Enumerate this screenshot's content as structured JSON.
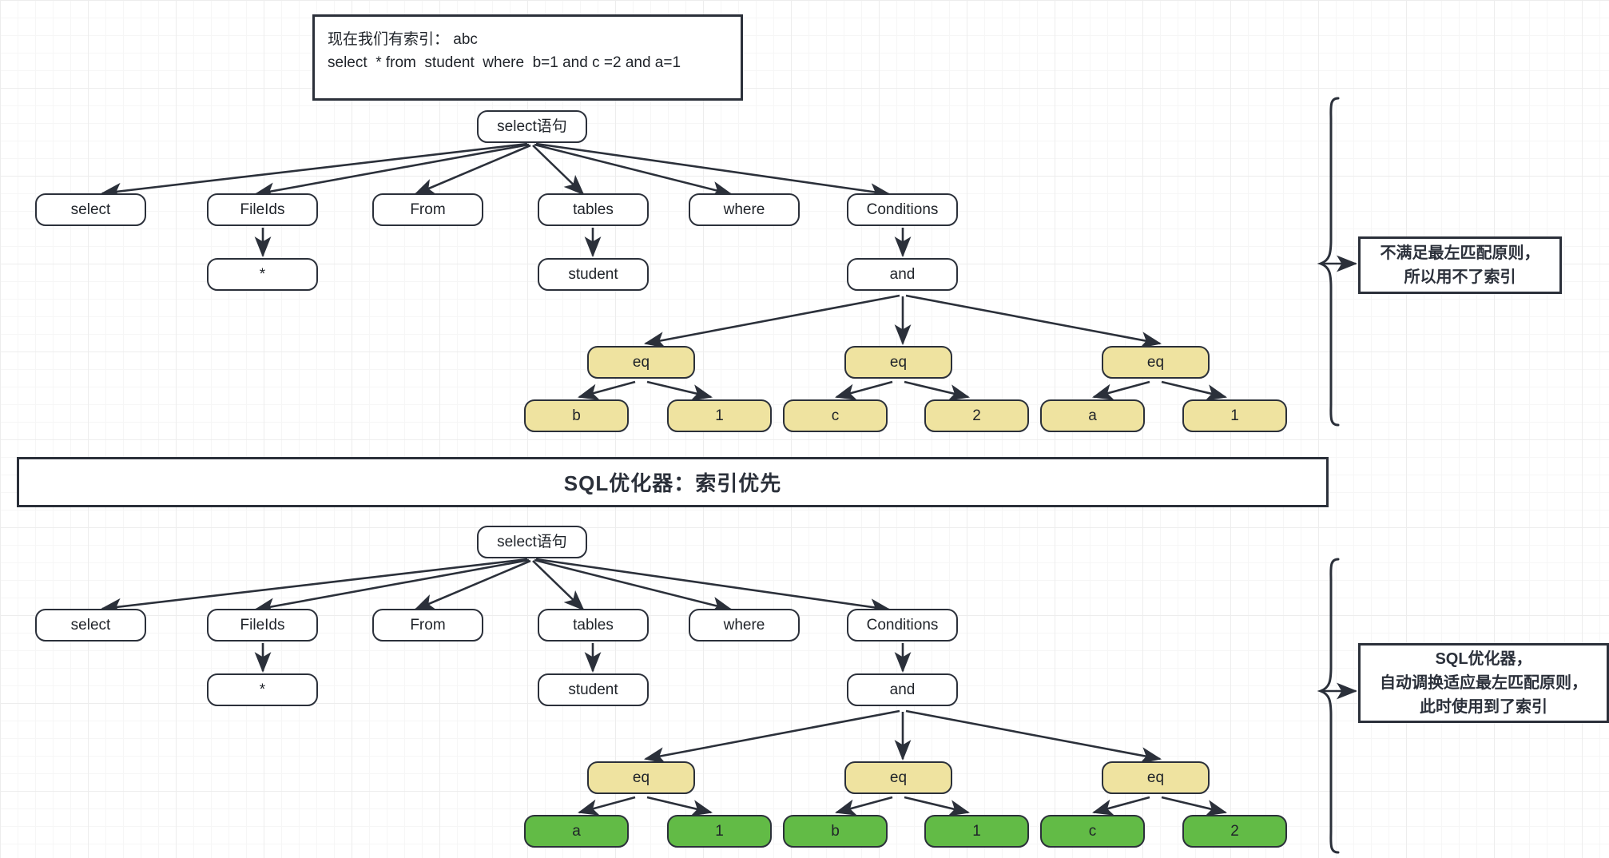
{
  "note": {
    "line1": "现在我们有索引： abc",
    "line2": "select  * from  student  where  b=1 and c =2 and a=1"
  },
  "banner": {
    "label": "SQL优化器：索引优先"
  },
  "callouts": {
    "top": {
      "line1": "不满足最左匹配原则，",
      "line2": "所以用不了索引"
    },
    "bottom": {
      "line1": "SQL优化器，",
      "line2": "自动调换适应最左匹配原则，",
      "line3": "此时使用到了索引"
    }
  },
  "colors": {
    "stroke": "#2b303a",
    "leaf_yellow": "#efe3a0",
    "leaf_green": "#62bb46",
    "node_fill": "#ffffff",
    "grid": "#ededed"
  },
  "tree_top": {
    "root": "select语句",
    "level1": [
      "select",
      "FileIds",
      "From",
      "tables",
      "where",
      "Conditions"
    ],
    "fields_child": "*",
    "tables_child": "student",
    "conditions_child": "and",
    "operators": [
      "eq",
      "eq",
      "eq"
    ],
    "leaves": [
      "b",
      "1",
      "c",
      "2",
      "a",
      "1"
    ],
    "leaf_style": "yellow"
  },
  "tree_bottom": {
    "root": "select语句",
    "level1": [
      "select",
      "FileIds",
      "From",
      "tables",
      "where",
      "Conditions"
    ],
    "fields_child": "*",
    "tables_child": "student",
    "conditions_child": "and",
    "operators": [
      "eq",
      "eq",
      "eq"
    ],
    "leaves": [
      "a",
      "1",
      "b",
      "1",
      "c",
      "2"
    ],
    "leaf_style": "green"
  }
}
